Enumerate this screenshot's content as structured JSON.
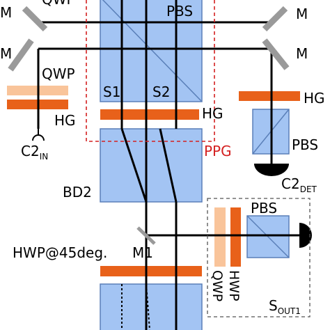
{
  "labels": {
    "qwp_top": "QWP",
    "m_top_left": "M",
    "m_top_right": "M",
    "m_mid_left": "M",
    "m_mid_right": "M",
    "pbs_top": "PBS",
    "qwp_left": "QWP",
    "hg_left": "HG",
    "s1": "S1",
    "s2": "S2",
    "hg_center": "HG",
    "hg_right": "HG",
    "pbs_right": "PBS",
    "ppg": "PPG",
    "bd2": "BD2",
    "c2_in_main": "C2",
    "c2_in_sub": "IN",
    "c2_det_main": "C2",
    "c2_det_sub": "DET",
    "pbs_sout": "PBS",
    "qwp_vertical": "QWP",
    "hwp_vertical": "HWP",
    "hwp45": "HWP@45deg.",
    "m1": "M1",
    "s_out_main": "S",
    "s_out_sub": "OUT1"
  },
  "colors": {
    "pbs_fill": "#a3c4f3",
    "pbs_stroke": "#5a7fb8",
    "hg_orange": "#e8611a",
    "qwp_peach": "#f9c49a",
    "mirror_gray": "#9a9a9a",
    "ppg_red": "#d42020",
    "beam": "#000000"
  }
}
